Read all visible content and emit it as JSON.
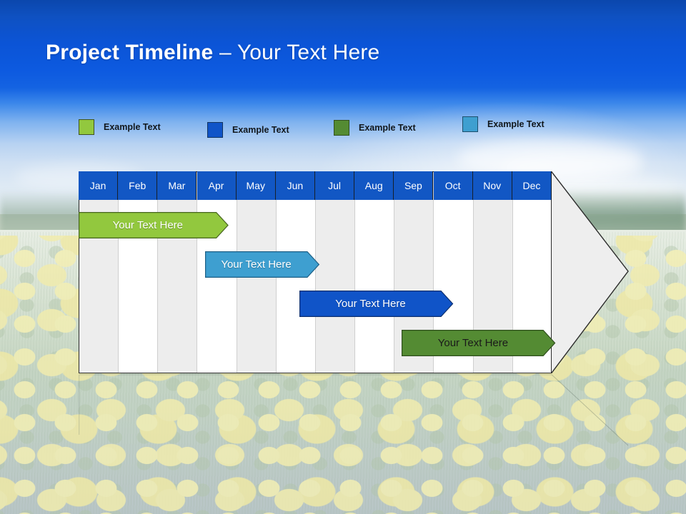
{
  "slide": {
    "title_strong": "Project Timeline",
    "title_separator": " – ",
    "title_light": "Your Text Here"
  },
  "legend": {
    "items": [
      {
        "label": "Example Text",
        "color": "#92c83e",
        "border": "#3f5124",
        "x": 0
      },
      {
        "label": "Example Text",
        "color": "#1054c8",
        "border": "#123561",
        "x": 180
      },
      {
        "label": "Example Text",
        "color": "#548b33",
        "border": "#33501f",
        "x": 357
      },
      {
        "label": "Example Text",
        "color": "#3e9fd0",
        "border": "#1d4f6c",
        "x": 537
      }
    ]
  },
  "chart_data": {
    "type": "bar",
    "title": "Project Timeline – Your Text Here",
    "xlabel": "",
    "ylabel": "",
    "categories": [
      "Jan",
      "Feb",
      "Mar",
      "Apr",
      "May",
      "Jun",
      "Jul",
      "Aug",
      "Sep",
      "Oct",
      "Nov",
      "Dec"
    ],
    "header_color": "#1257c4",
    "header_text_color": "#ffffff",
    "stripe_colors": [
      "#ededed",
      "#ffffff"
    ],
    "series": [
      {
        "name": "Your  Text Here",
        "start_month": "Jan",
        "end_month": "Apr",
        "start_index": 0,
        "span": 3.8,
        "color": "#92c83e",
        "border": "#46641f",
        "text_color": "#ffffff",
        "row": 0
      },
      {
        "name": "Your  Text Here",
        "start_month": "Apr",
        "end_month": "Jun",
        "start_index": 3,
        "span": 2.9,
        "color": "#3e9fd0",
        "border": "#1d5f85",
        "text_color": "#ffffff",
        "row": 1
      },
      {
        "name": "Your  Text Here",
        "start_month": "Jun",
        "end_month": "Sep",
        "start_index": 5,
        "span": 3.9,
        "color": "#1054c8",
        "border": "#0c2f6e",
        "text_color": "#ffffff",
        "row": 2
      },
      {
        "name": "Your  Text Here",
        "start_month": "Sep",
        "end_month": "Dec",
        "start_index": 8,
        "span": 3.9,
        "color": "#548b33",
        "border": "#2f4f1c",
        "text_color": "#1a1a1a",
        "row": 3
      }
    ]
  }
}
